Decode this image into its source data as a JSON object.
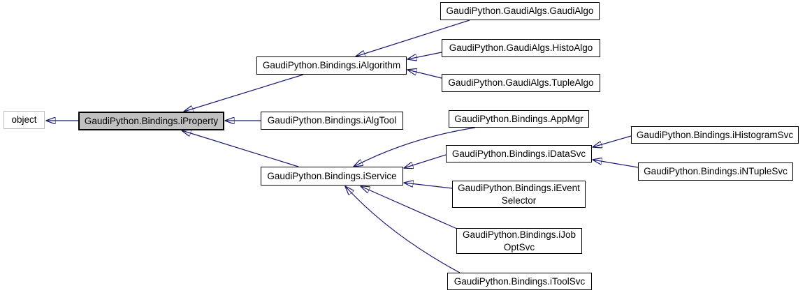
{
  "diagram": {
    "type": "class-inheritance-graph",
    "edge_color": "#191970",
    "box_border_color": "#000000",
    "external_box_border_color": "#bebebe",
    "box_fill": "#ffffff",
    "highlight_fill": "#c0c0c0",
    "nodes": {
      "object": {
        "lines": [
          "object"
        ]
      },
      "iproperty": {
        "lines": [
          "GaudiPython.Bindings.iProperty"
        ]
      },
      "ialgorithm": {
        "lines": [
          "GaudiPython.Bindings.iAlgorithm"
        ]
      },
      "gaudialgo": {
        "lines": [
          "GaudiPython.GaudiAlgs.GaudiAlgo"
        ]
      },
      "histoalgo": {
        "lines": [
          "GaudiPython.GaudiAlgs.HistoAlgo"
        ]
      },
      "tuplealgo": {
        "lines": [
          "GaudiPython.GaudiAlgs.TupleAlgo"
        ]
      },
      "ialgtool": {
        "lines": [
          "GaudiPython.Bindings.iAlgTool"
        ]
      },
      "appmgr": {
        "lines": [
          "GaudiPython.Bindings.AppMgr"
        ]
      },
      "idatasvc": {
        "lines": [
          "GaudiPython.Bindings.iDataSvc"
        ]
      },
      "iservice": {
        "lines": [
          "GaudiPython.Bindings.iService"
        ]
      },
      "ihistogramsvc": {
        "lines": [
          "GaudiPython.Bindings.iHistogramSvc"
        ]
      },
      "intuplesvc": {
        "lines": [
          "GaudiPython.Bindings.iNTupleSvc"
        ]
      },
      "ieventselector": {
        "lines": [
          "GaudiPython.Bindings.iEvent",
          "Selector"
        ]
      },
      "ijoboptsvc": {
        "lines": [
          "GaudiPython.Bindings.iJob",
          "OptSvc"
        ]
      },
      "itoolsvc": {
        "lines": [
          "GaudiPython.Bindings.iToolSvc"
        ]
      }
    }
  }
}
